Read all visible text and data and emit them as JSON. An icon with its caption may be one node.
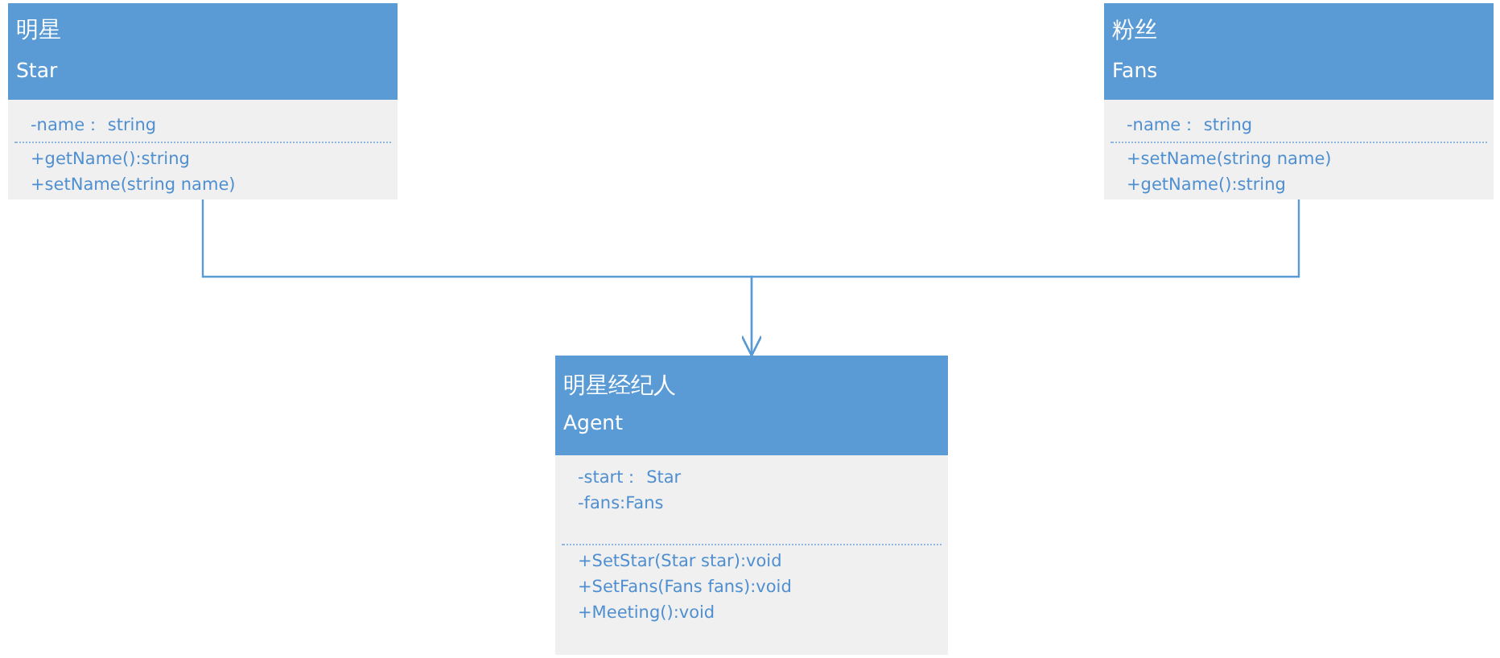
{
  "diagram": {
    "nodes": [
      {
        "text": [
          "明星",
          "Star",
          "-name： string",
          "+getName():string",
          "+setName(string name)"
        ]
      },
      {
        "text": [
          "粉丝",
          "Fans",
          "-name： string",
          "+setName(string name)",
          "+getName():string"
        ]
      },
      {
        "text": [
          "明星经纪人",
          "Agent",
          "-start： Star",
          "-fans:Fans",
          "+SetStar(Star star):void",
          "+SetFans(Fans fans):void",
          "+Meeting():void"
        ]
      }
    ],
    "edges": [
      {
        "from": 0,
        "to": 2,
        "arrow": "to"
      },
      {
        "from": 1,
        "to": 2,
        "arrow": "to"
      }
    ]
  }
}
